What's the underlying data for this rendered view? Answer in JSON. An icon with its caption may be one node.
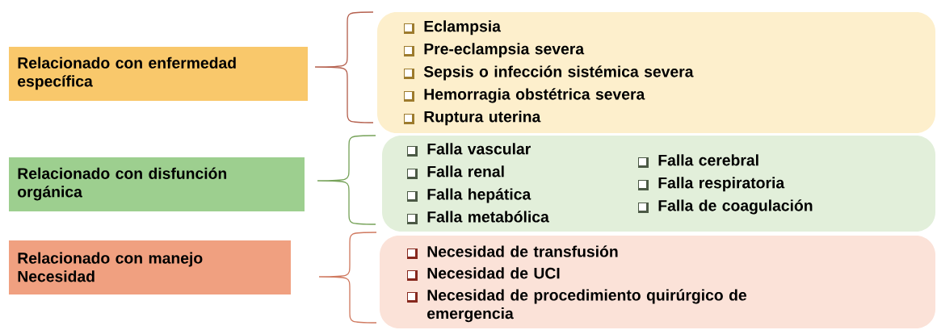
{
  "diagram": {
    "nodes": [
      {
        "text": [
          "Relacionado con enfermedad específica"
        ]
      },
      {
        "text": [
          "Eclampsia",
          "Pre-eclampsia severa",
          "Sepsis o infección sistémica severa",
          "Hemorragia obstétrica severa",
          "Ruptura uterina"
        ]
      },
      {
        "text": [
          "Relacionado con disfunción orgánica"
        ]
      },
      {
        "text": [
          "Falla vascular",
          "Falla renal",
          "Falla hepática",
          "Falla metabólica",
          "Falla cerebral",
          "Falla respiratoria",
          "Falla de coagulación"
        ]
      },
      {
        "text": [
          "Relacionado con manejo Necesidad"
        ]
      },
      {
        "text": [
          "Necesidad de transfusión",
          "Necesidad de UCI",
          "Necesidad de procedimiento quirúrgico de emergencia"
        ]
      }
    ]
  }
}
